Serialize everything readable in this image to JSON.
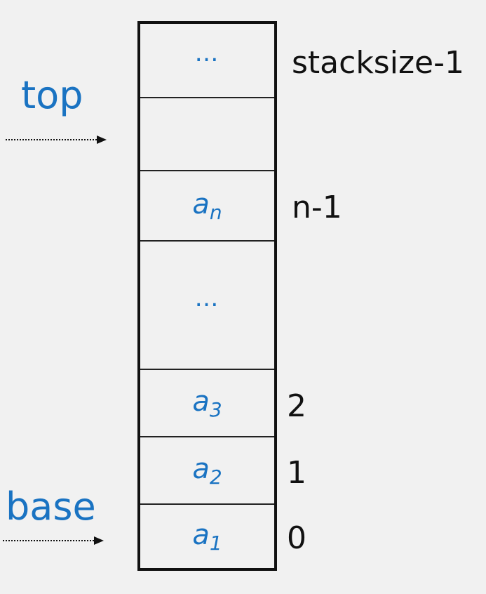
{
  "pointers": {
    "top": "top",
    "base": "base"
  },
  "cells": [
    {
      "kind": "ellipsis",
      "text": "…",
      "index": "stacksize-1"
    },
    {
      "kind": "empty",
      "text": "",
      "index": ""
    },
    {
      "kind": "element",
      "letter": "a",
      "sub": "n",
      "index": "n-1"
    },
    {
      "kind": "ellipsis",
      "text": "…",
      "index": ""
    },
    {
      "kind": "element",
      "letter": "a",
      "sub": "3",
      "index": "2"
    },
    {
      "kind": "element",
      "letter": "a",
      "sub": "2",
      "index": "1"
    },
    {
      "kind": "element",
      "letter": "a",
      "sub": "1",
      "index": "0"
    }
  ],
  "colors": {
    "accent": "#1a73c2",
    "ink": "#111111",
    "background": "#f1f1f1"
  }
}
